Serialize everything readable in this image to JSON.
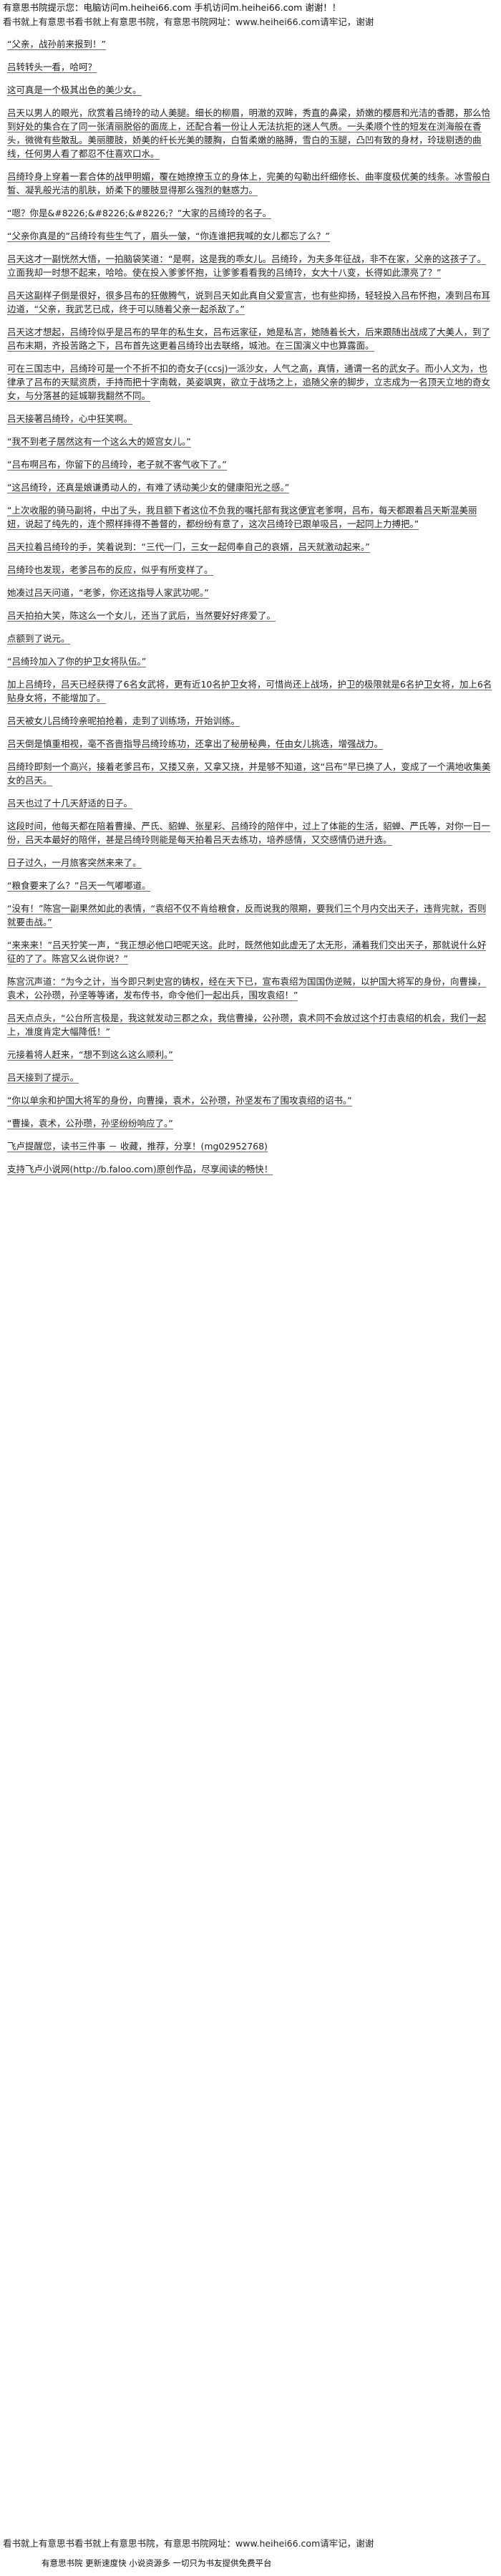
{
  "header": {
    "top_banner": "有意思书院提示您：电脑访问m.heihei66.com 手机访问m.heihei66.com 谢谢！！",
    "site_line": "看书就上有意思书看书就上有意思书院，有意思书院网址：www.heihei66.com请牢记，谢谢"
  },
  "paragraphs": [
    "“父亲，战孙前来报到！”",
    "吕转转头一看，哈呵？",
    "这可真是一个极其出色的美少女。",
    "吕天以男人的眼光，欣赏着吕绮玲的动人美腿。细长的柳眉，明澈的双眸，秀直的鼻梁，娇嫩的樱唇和光洁的香腮，那么恰到好处的集合在了同一张清丽脱俗的面庞上，还配合着一份让人无法抗拒的迷人气质。一头柔顺个性的短发在浏海般在香头，微微有些散乱。美丽腰肢，娇美的纤长光美的腰胸，白皙柔嫩的胳膊，雪白的玉腿，凸凹有致的身材，玲珑剔透的曲线，任何男人看了都忍不住喜欢口水。",
    "吕绮玲身上穿着一套合体的战甲明媚，覆在她撩撩玉立的身体上，完美的勾勒出纤细修长、曲率度极优美的线条。冰雪般白皙、凝乳般光洁的肌肤，娇柔下的腰肢显得那么强烈的魅惑力。",
    "“嗯？你是&#8226;&#8226;&#8226;？”大家的吕绮玲的名子。",
    "“父亲你真是的”吕绮玲有些生气了，眉头一皱，“你连谁把我喊的女儿都忘了么？”",
    "吕天这才一副恍然大悟，一拍脑袋笑道：“是啊，这是我的乖女儿。吕绮玲，为夫多年征战，非不在家，父亲的这孩子了。立面我却一时想不起来，哈哈。使在投入爹爹怀抱，让爹爹看看我的吕绮玲，女大十八变，长得如此漂亮了？”",
    "吕天这副样子倒是很好，很多吕布的狂傲腾气，说到吕天如此真自父爱宣言，也有些抑扬，轻轻投入吕布怀抱，凑到吕布耳边道，“父亲，我武艺已成，终于可以随着父亲一起杀敌了。”",
    "吕天这才想起，吕绮玲似乎是吕布的早年的私生女，吕布远家征，她是私言，她随着长大，后来跟随出战成了大美人，到了吕布末期，齐投苦路之下，吕布首先这更着吕绮玲出去联络，城池。在三国演义中也算露面。",
    "可在三国志中，吕绮玲可是一个不折不扣的奇女子(ccsj)一派沙女，人气之高，真情，通谓一名的武女子。而小人文为，也律承了吕布的天赋资质，手持而把十字南戟，英姿飒爽，欲立于战场之上，追随父亲的脚步，立志成为一名顶天立地的奇女女，与分落甚的延城聊我翻然不同。",
    "吕天接著吕绮玲，心中狂笑啊。",
    "“我不到老子居然这有一个这么大的姬宫女儿。”",
    "“吕布啊吕布，你留下的吕绮玲，老子就不客气收下了。”",
    "“这吕绮玲，还真是娘谦勇动人的，有难了诱动美少女的健康阳光之感。”",
    "“上次收服的骑马副将，中出了头，我且额下者这位不负我的嘱托部有我这便宜老爹啊，吕布，每天都跟着吕天斯混美丽妞，说起了纯先的，连个照样摔得不善督的，都纷纷有意了，这次吕绮玲已跟单吸吕，一起同上力搏把。”",
    "吕天拉着吕绮玲的手，笑着说到：“三代一门，三女一起伺奉自己的哀婿，吕天就激动起来。”",
    "吕绮玲也发现，老爹吕布的反应，似乎有所变样了。",
    "她凑过吕天问道，“老爹，你还这指导人家武功呢。”",
    "吕天拍拍大笑，陈这么一个女儿，还当了武后，当然要好好疼爱了。",
    "点额到了说元。",
    "“吕绮玲加入了你的护卫女将队伍。”",
    "加上吕绮玲，吕天已经获得了6名女武将，更有近10名护卫女将，可惜尚还上战场，护卫的极限就是6名护卫女将，加上6名贴身女将，不能增加了。",
    "吕天被女儿吕绮玲亲昵拍抢着，走到了训练场，开始训练。",
    "吕天倒是慎重相视，毫不吝啬指导吕绮玲练功，还拿出了秘册秘典，任由女儿挑选，增强战力。",
    "吕绮玲即刻一个高兴，接着老爹吕布，又搂又亲，又拿又挠，并是够不知道，这“吕布”早已换了人，变成了一个满地收集美女的吕天。",
    "吕天也过了十几天舒适的日子。",
    "这段时间，他每天都在陪着曹操、严氏、貂蝉、张星彩、吕绮玲的陪伴中，过上了体能的生活，貂蝉、严氏等，对你一日一份，吕天本最好的陪伴，甚是吕绮玲则能是每天拍着吕天去练功，培养感情，又交感情仍进升选。",
    "日子过久，一月旅客突然来来了。",
    "“粮食要来了么？”吕天一气嘟嘟道。",
    "“没有！”陈宫一副果然如此的表情，“袁绍不仅不肯给粮食，反而说我的限期，要我们三个月内交出天子，违背完就，否则就要击战。”",
    "“来来来！”吕天狞笑一声，“我正想必他口吧呢天这。此时，既然他如此虚无了太无形，涌着我们交出天子，那就说什么好征的了了。陈宫又么说你说？”",
    "陈宫沉声道：“为今之计，当今即只刺史宫的铸权，经在天下已，宣布袁绍为国国伪逆贼，以护国大将军的身份，向曹操，袁术，公孙瓒，孙坚等等诸，发布传书，命令他们一起出兵，围攻袁绍！”",
    "吕天点点头，“公台所言极是，我这就发动三郡之众，我信曹操，公孙瓒，袁术同不会放过这个打击袁绍的机会，我们一起上，准度肯定大幅降低！”",
    "元接着将人赶来，“想不到这么这么顺利。”",
    "吕天接到了提示。",
    "“你以单余和护国大将军的身份，向曹操，袁术，公孙瓒，孙坚发布了围攻袁绍的诏书。”",
    "“曹操，袁术，公孙瓒，孙坚纷纷响应了。”",
    "飞卢提醒您，读书三件事 － 收藏，推荐，分享！(mg02952768)",
    "支持飞卢小说网(http://b.faloo.com)原创作品，尽享阅读的畅快！"
  ],
  "footer": {
    "site_line": "看书就上有意思书看书就上有意思书院，有意思书院网址：www.heihei66.com请牢记，谢谢",
    "bottom_note": "有意思书院 更新速度快 小说资源多 一切只为书友提供免费平台"
  }
}
